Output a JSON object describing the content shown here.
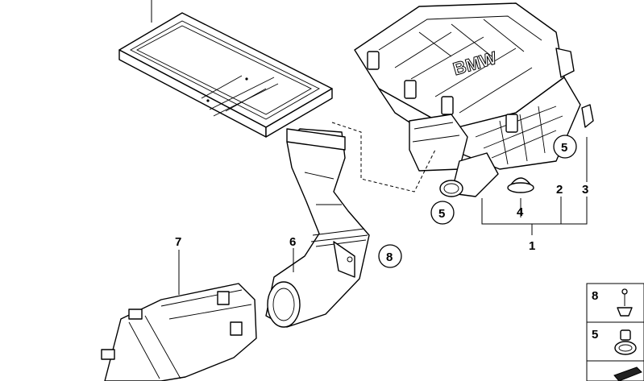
{
  "callouts": {
    "c1": "1",
    "c2": "2",
    "c3": "3",
    "c4": "4",
    "c5a": "5",
    "c5b": "5",
    "c6": "6",
    "c7": "7",
    "c8": "8"
  },
  "legend": {
    "items": [
      {
        "label": "8"
      },
      {
        "label": "5"
      }
    ]
  },
  "housing": {
    "logo_text": "BMW"
  }
}
